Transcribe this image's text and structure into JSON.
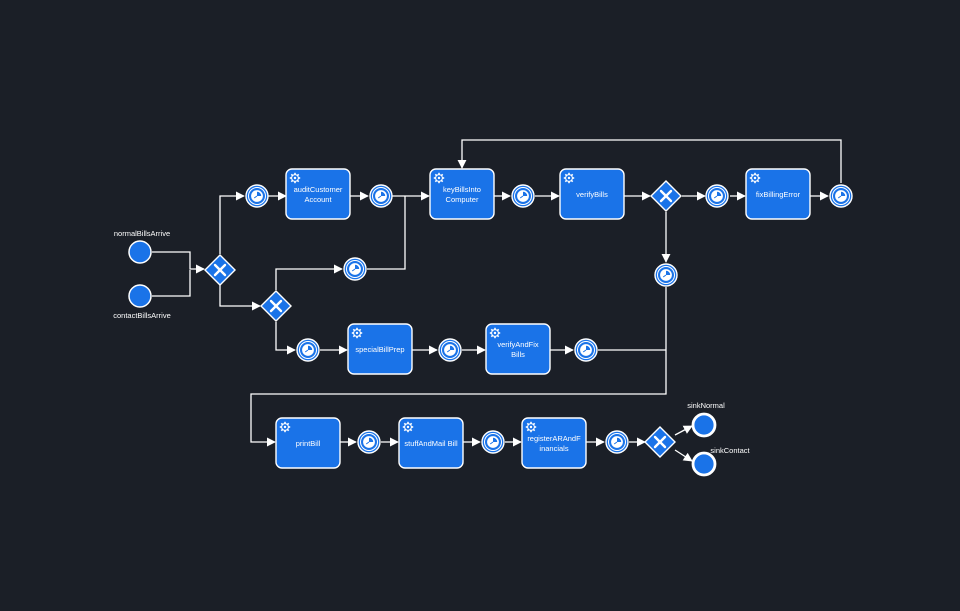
{
  "diagram": {
    "colors": {
      "background": "#1b1f27",
      "element_fill": "#1a73e8",
      "element_stroke": "#ffffff",
      "edge": "#ffffff",
      "label": "#ffffff"
    },
    "start_events": [
      {
        "id": "normalBillsArrive",
        "label": "normalBillsArrive"
      },
      {
        "id": "contactBillsArrive",
        "label": "contactBillsArrive"
      }
    ],
    "end_events": [
      {
        "id": "sinkNormal",
        "label": "sinkNormal"
      },
      {
        "id": "sinkContact",
        "label": "sinkContact"
      }
    ],
    "tasks": [
      {
        "id": "auditCustomerAccount",
        "lines": [
          "auditCustomer",
          "Account"
        ],
        "icon": "gear-icon"
      },
      {
        "id": "keyBillsIntoComputer",
        "lines": [
          "keyBillsInto",
          "Computer"
        ],
        "icon": "gear-icon"
      },
      {
        "id": "verifyBills",
        "lines": [
          "verifyBills"
        ],
        "icon": "gear-icon"
      },
      {
        "id": "fixBillingError",
        "lines": [
          "fixBillingError"
        ],
        "icon": "gear-icon"
      },
      {
        "id": "specialBillPrep",
        "lines": [
          "specialBillPrep"
        ],
        "icon": "gear-icon"
      },
      {
        "id": "verifyAndFixBills",
        "lines": [
          "verifyAndFix",
          "Bills"
        ],
        "icon": "gear-icon"
      },
      {
        "id": "printBill",
        "lines": [
          "printBill"
        ],
        "icon": "gear-icon"
      },
      {
        "id": "stuffAndMailBill",
        "lines": [
          "stuffAndMail Bill"
        ],
        "icon": "gear-icon"
      },
      {
        "id": "registerARAndFinancials",
        "lines": [
          "registerARAndF",
          "inancials"
        ],
        "icon": "gear-icon"
      }
    ],
    "gateways": [
      {
        "id": "gw1",
        "type": "exclusive",
        "icon": "x-icon"
      },
      {
        "id": "gw2",
        "type": "exclusive",
        "icon": "x-icon"
      },
      {
        "id": "gw3",
        "type": "exclusive",
        "icon": "x-icon"
      },
      {
        "id": "gw4",
        "type": "exclusive",
        "icon": "x-icon"
      }
    ],
    "timer_events": [
      {
        "id": "t1",
        "icon": "clock-icon"
      },
      {
        "id": "t2",
        "icon": "clock-icon"
      },
      {
        "id": "t3",
        "icon": "clock-icon"
      },
      {
        "id": "t4",
        "icon": "clock-icon"
      },
      {
        "id": "t5",
        "icon": "clock-icon"
      },
      {
        "id": "t6",
        "icon": "clock-icon"
      },
      {
        "id": "t7",
        "icon": "clock-icon"
      },
      {
        "id": "t8",
        "icon": "clock-icon"
      },
      {
        "id": "t9",
        "icon": "clock-icon"
      },
      {
        "id": "t10",
        "icon": "clock-icon"
      },
      {
        "id": "t11",
        "icon": "clock-icon"
      },
      {
        "id": "t12",
        "icon": "clock-icon"
      },
      {
        "id": "t13",
        "icon": "clock-icon"
      },
      {
        "id": "t14",
        "icon": "clock-icon"
      }
    ],
    "edges": [
      {
        "from": "normalBillsArrive",
        "to": "gw1"
      },
      {
        "from": "contactBillsArrive",
        "to": "gw1"
      },
      {
        "from": "gw1",
        "to": "t1"
      },
      {
        "from": "t1",
        "to": "auditCustomerAccount"
      },
      {
        "from": "auditCustomerAccount",
        "to": "t2"
      },
      {
        "from": "t2",
        "to": "keyBillsIntoComputer"
      },
      {
        "from": "gw1",
        "to": "gw2"
      },
      {
        "from": "gw2",
        "to": "t6"
      },
      {
        "from": "t6",
        "to": "keyBillsIntoComputer"
      },
      {
        "from": "keyBillsIntoComputer",
        "to": "t3"
      },
      {
        "from": "t3",
        "to": "verifyBills"
      },
      {
        "from": "verifyBills",
        "to": "gw3"
      },
      {
        "from": "gw3",
        "to": "t4"
      },
      {
        "from": "t4",
        "to": "fixBillingError"
      },
      {
        "from": "fixBillingError",
        "to": "t5"
      },
      {
        "from": "t5",
        "to": "keyBillsIntoComputer"
      },
      {
        "from": "gw3",
        "to": "t9"
      },
      {
        "from": "gw2",
        "to": "t7"
      },
      {
        "from": "t7",
        "to": "specialBillPrep"
      },
      {
        "from": "specialBillPrep",
        "to": "t8"
      },
      {
        "from": "t8",
        "to": "verifyAndFixBills"
      },
      {
        "from": "verifyAndFixBills",
        "to": "t10"
      },
      {
        "from": "t10",
        "to": "printBill"
      },
      {
        "from": "t9",
        "to": "printBill"
      },
      {
        "from": "printBill",
        "to": "t11"
      },
      {
        "from": "t11",
        "to": "stuffAndMailBill"
      },
      {
        "from": "stuffAndMailBill",
        "to": "t12"
      },
      {
        "from": "t12",
        "to": "registerARAndFinancials"
      },
      {
        "from": "registerARAndFinancials",
        "to": "t13"
      },
      {
        "from": "t13",
        "to": "gw4"
      },
      {
        "from": "gw4",
        "to": "sinkNormal"
      },
      {
        "from": "gw4",
        "to": "sinkContact"
      }
    ]
  }
}
